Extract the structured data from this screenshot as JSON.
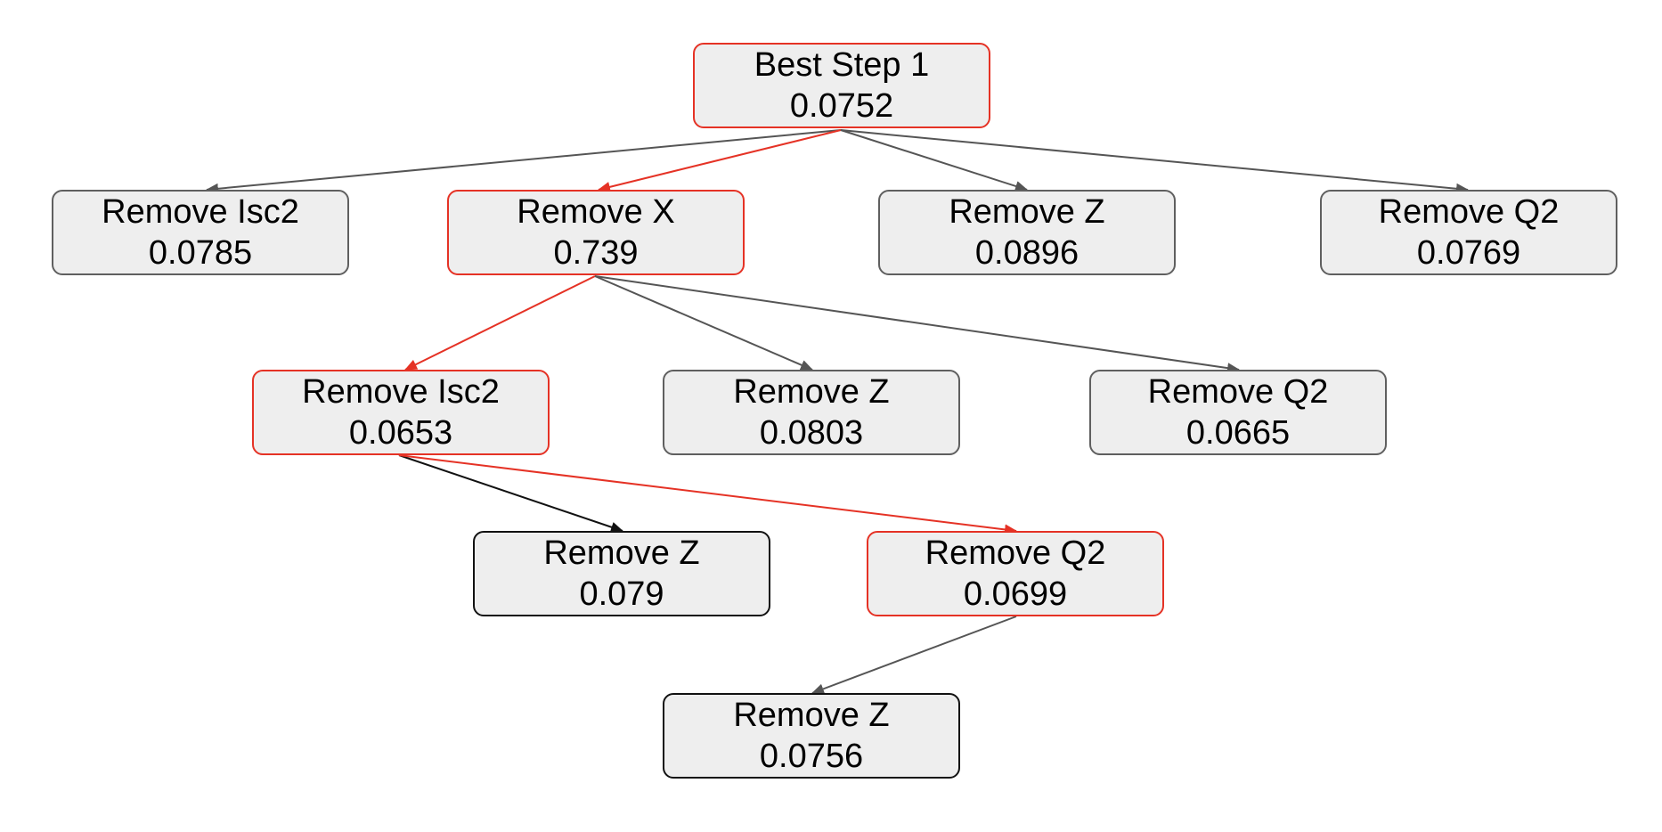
{
  "colors": {
    "selected_path": "#e53225",
    "edge_default": "#555555",
    "edge_dark": "#111111",
    "node_fill": "#eeeeee"
  },
  "nodes": [
    {
      "id": "root",
      "label": "Best Step 1",
      "value": "0.0752",
      "highlight": true
    },
    {
      "id": "l1-isc2",
      "label": "Remove Isc2",
      "value": "0.0785",
      "highlight": false
    },
    {
      "id": "l1-x",
      "label": "Remove X",
      "value": "0.739",
      "highlight": true
    },
    {
      "id": "l1-z",
      "label": "Remove Z",
      "value": "0.0896",
      "highlight": false
    },
    {
      "id": "l1-q2",
      "label": "Remove Q2",
      "value": "0.0769",
      "highlight": false
    },
    {
      "id": "l2-isc2",
      "label": "Remove Isc2",
      "value": "0.0653",
      "highlight": true
    },
    {
      "id": "l2-z",
      "label": "Remove Z",
      "value": "0.0803",
      "highlight": false
    },
    {
      "id": "l2-q2",
      "label": "Remove Q2",
      "value": "0.0665",
      "highlight": false
    },
    {
      "id": "l3-z",
      "label": "Remove Z",
      "value": "0.079",
      "highlight": false
    },
    {
      "id": "l3-q2",
      "label": "Remove Q2",
      "value": "0.0699",
      "highlight": true
    },
    {
      "id": "l4-z",
      "label": "Remove Z",
      "value": "0.0756",
      "highlight": false
    }
  ],
  "edges": [
    {
      "from": "root",
      "to": "l1-isc2",
      "highlight": false
    },
    {
      "from": "root",
      "to": "l1-x",
      "highlight": true
    },
    {
      "from": "root",
      "to": "l1-z",
      "highlight": false
    },
    {
      "from": "root",
      "to": "l1-q2",
      "highlight": false
    },
    {
      "from": "l1-x",
      "to": "l2-isc2",
      "highlight": true
    },
    {
      "from": "l1-x",
      "to": "l2-z",
      "highlight": false
    },
    {
      "from": "l1-x",
      "to": "l2-q2",
      "highlight": false
    },
    {
      "from": "l2-isc2",
      "to": "l3-z",
      "highlight": false
    },
    {
      "from": "l2-isc2",
      "to": "l3-q2",
      "highlight": true
    },
    {
      "from": "l3-q2",
      "to": "l4-z",
      "highlight": false
    }
  ]
}
